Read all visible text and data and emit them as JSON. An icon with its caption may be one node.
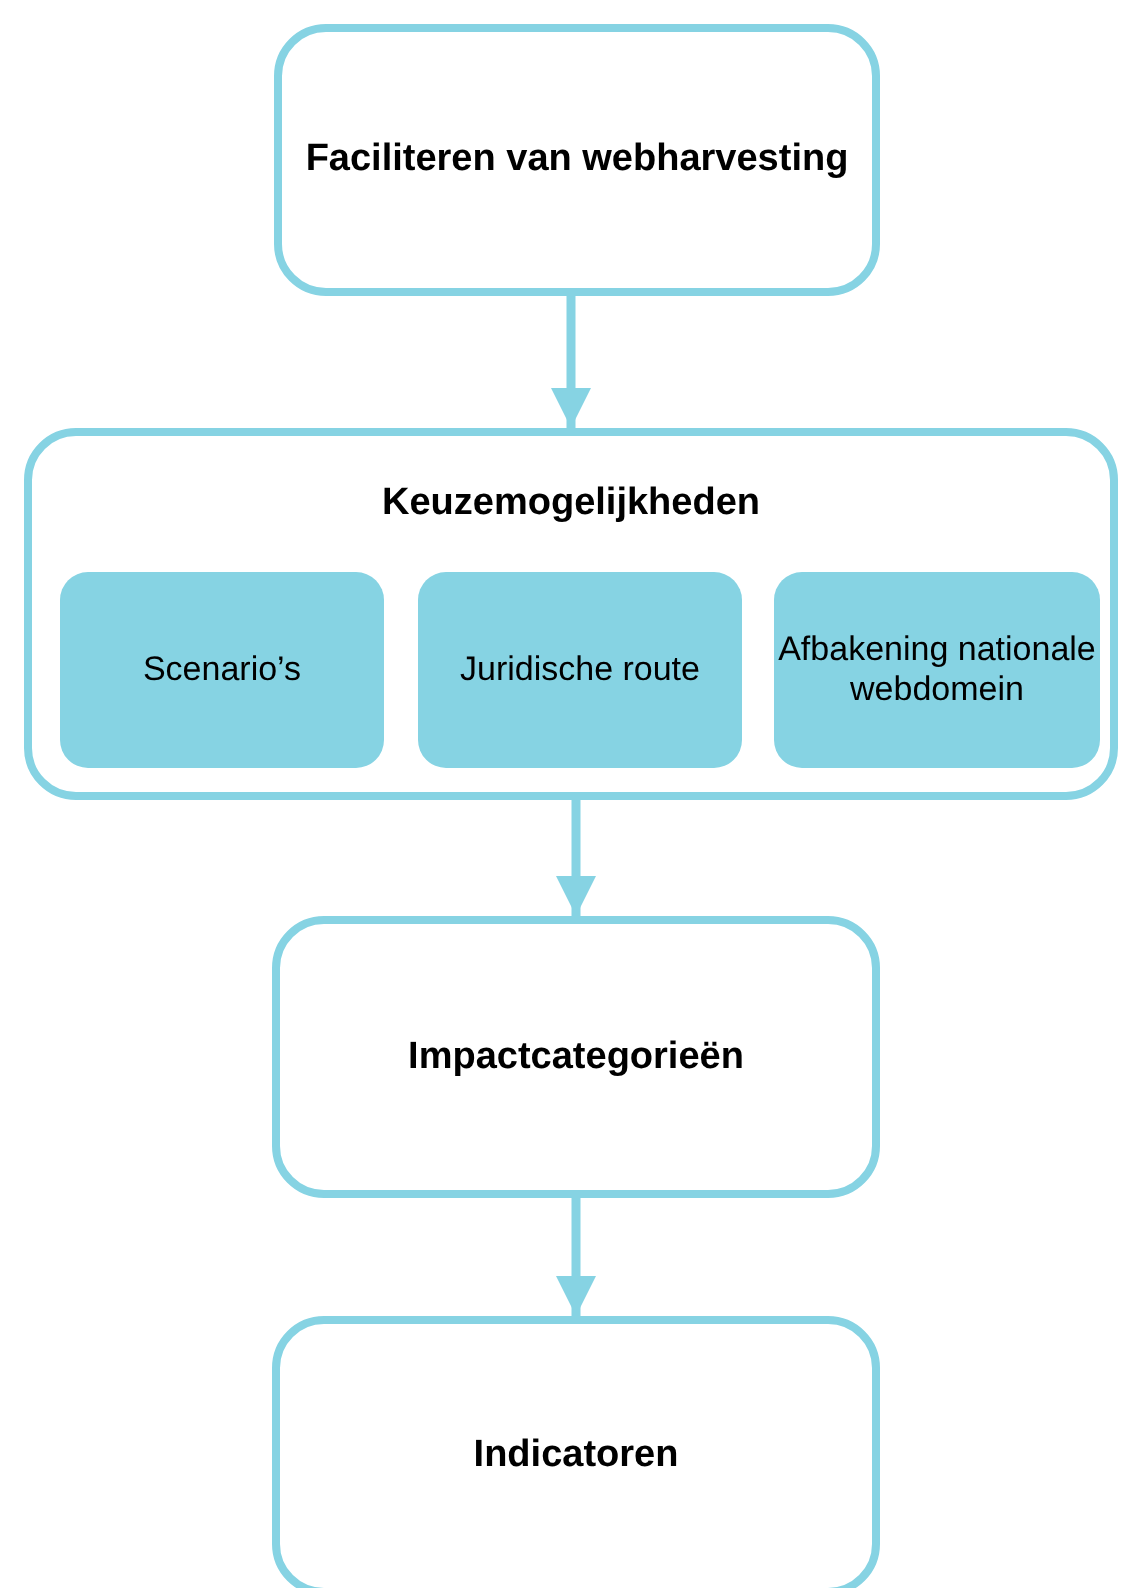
{
  "diagram": {
    "nodes": [
      {
        "text": [
          "Faciliteren van webharvesting"
        ]
      },
      {
        "text": [
          "Keuzemogelijkheden"
        ]
      },
      {
        "text": [
          "Scenario’s"
        ],
        "in": 1
      },
      {
        "text": [
          "Juridische route"
        ],
        "in": 1
      },
      {
        "text": [
          "Afbakening nationale webdomein"
        ],
        "in": 1
      },
      {
        "text": [
          "Impactcategorieën"
        ]
      },
      {
        "text": [
          "Indicatoren"
        ]
      }
    ],
    "edges": [
      {
        "from": 0,
        "to": 1,
        "arrow": "to"
      },
      {
        "from": 1,
        "to": 5,
        "arrow": "to"
      },
      {
        "from": 5,
        "to": 6,
        "arrow": "to"
      }
    ]
  }
}
